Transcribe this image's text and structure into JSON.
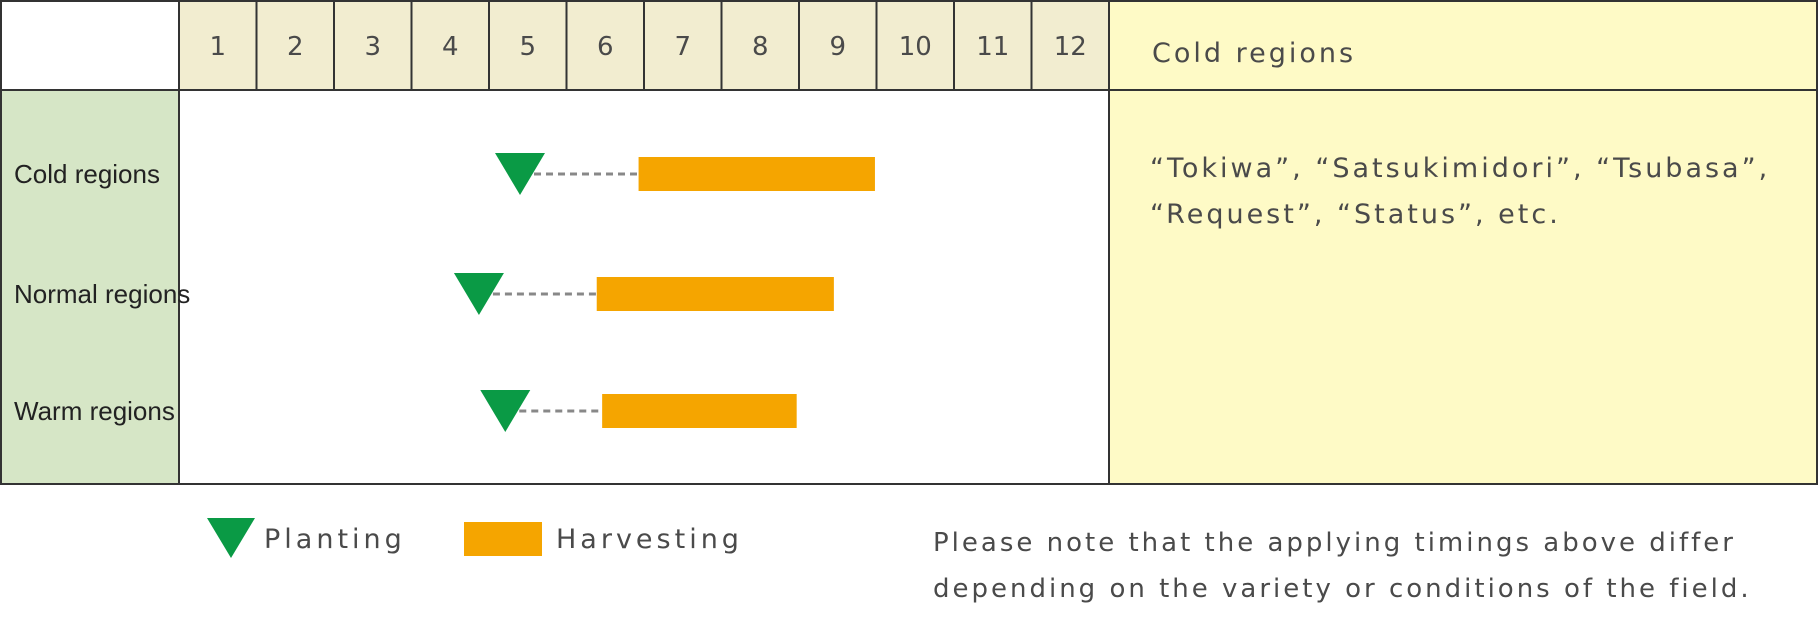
{
  "chart_data": {
    "type": "gantt",
    "months": [
      "1",
      "2",
      "3",
      "4",
      "5",
      "6",
      "7",
      "8",
      "9",
      "10",
      "11",
      "12"
    ],
    "rows": [
      {
        "label": "Cold regions",
        "planting": 5.4,
        "harvest_start": 6.93,
        "harvest_end": 9.98
      },
      {
        "label": "Normal regions",
        "planting": 4.87,
        "harvest_start": 6.39,
        "harvest_end": 9.45
      },
      {
        "label": "Warm regions",
        "planting": 5.21,
        "harvest_start": 6.46,
        "harvest_end": 8.97
      }
    ],
    "legend": {
      "planting": "Planting",
      "harvesting": "Harvesting"
    },
    "colors": {
      "planting": "#0a9a45",
      "harvesting": "#f5a500",
      "month_header": "#f2edd0",
      "row_label_bg": "#d6e6c6",
      "side_panel": "#fefac6",
      "border": "#333333",
      "dash": "#888888"
    }
  },
  "side_panel": {
    "heading": "Cold regions",
    "text": "“Tokiwa”, “Satsukimidori”, “Tsubasa”, “Request”, “Status”, etc."
  },
  "note": "Please note that the applying timings above differ depending on the variety or conditions of the field."
}
